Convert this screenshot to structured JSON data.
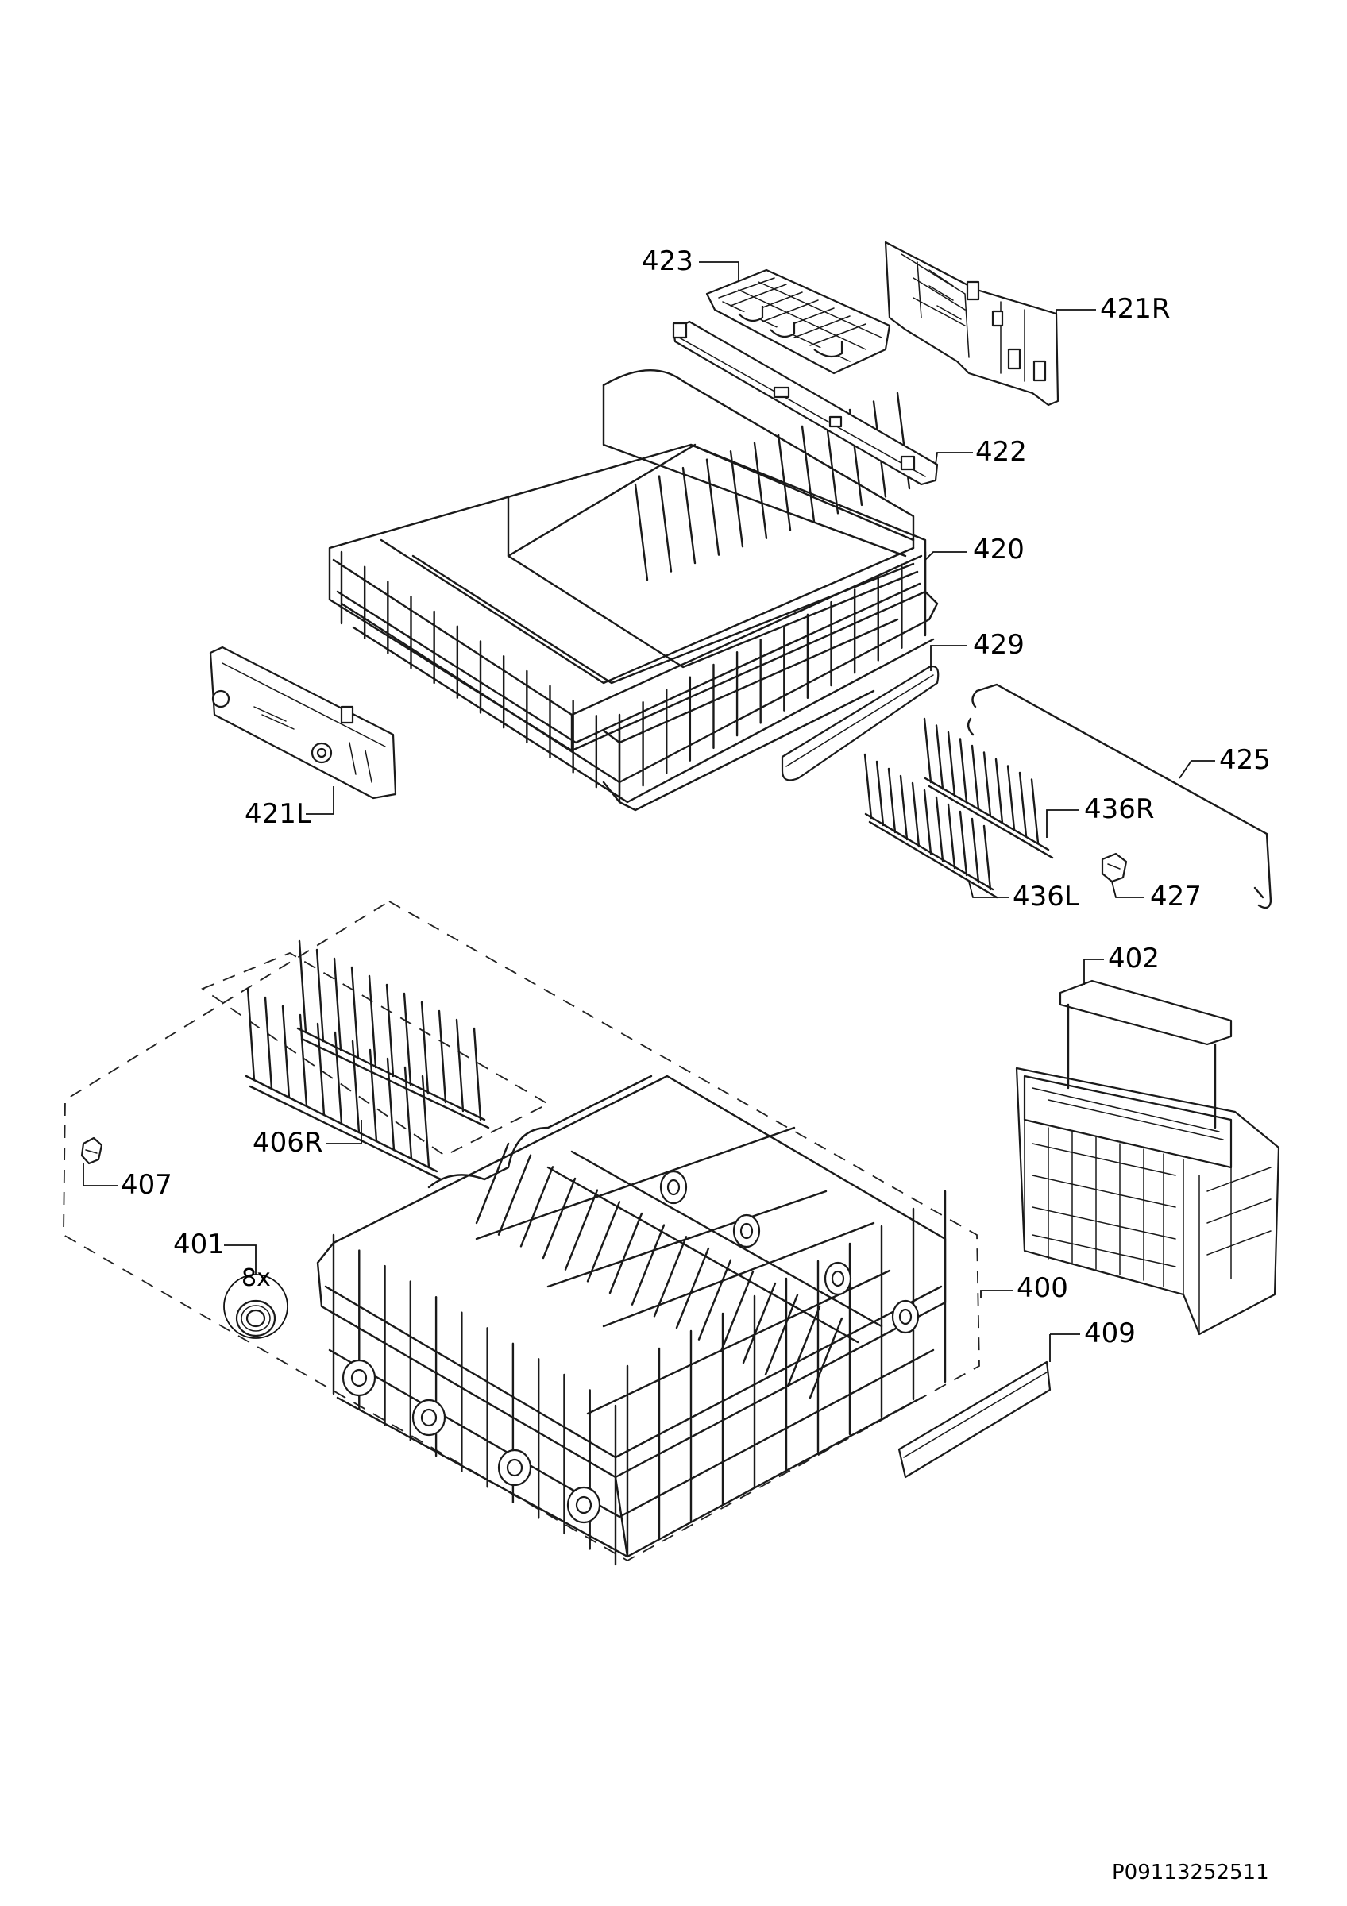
{
  "labels": {
    "p423": "423",
    "p421R": "421R",
    "p422": "422",
    "p420": "420",
    "p429": "429",
    "p425": "425",
    "p436R": "436R",
    "p421L": "421L",
    "p427": "427",
    "p436L": "436L",
    "p402": "402",
    "p406R": "406R",
    "p407": "407",
    "p401": "401",
    "qty401": "8x",
    "p400": "400",
    "p409": "409"
  },
  "drawing_code": "P09113252511"
}
